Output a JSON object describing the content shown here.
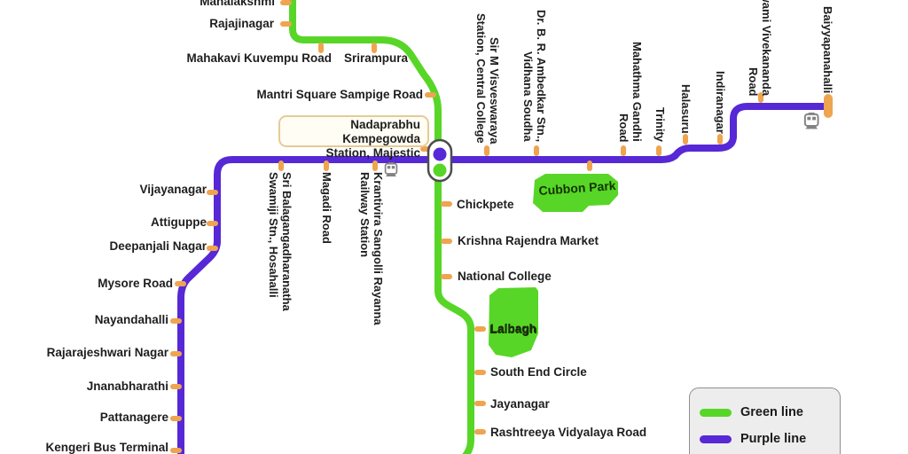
{
  "colors": {
    "green_line": "#57d627",
    "purple_line": "#5628d6",
    "station_marker": "#efa44f",
    "text": "#1e1e1e",
    "park_fill": "#57d627",
    "interchange_border": "#e6cb96",
    "interchange_bg": "#fffdf4",
    "capsule_border": "#4d4d4d",
    "legend_bg": "#ededed",
    "legend_border": "#8f8f8f",
    "train_icon": "#828282"
  },
  "green_line": {
    "label": "Green line",
    "stations": [
      "Mahalakshmi",
      "Rajajinagar",
      "Mahakavi Kuvempu Road",
      "Srirampura",
      "Mantri Square Sampige Road",
      "Chickpete",
      "Krishna Rajendra Market",
      "National College",
      "Lalbagh",
      "South End Circle",
      "Jayanagar",
      "Rashtreeya Vidyalaya Road"
    ]
  },
  "purple_line": {
    "label": "Purple line",
    "stations": [
      "Kengeri Bus Terminal",
      "Pattanagere",
      "Jnanabharathi",
      "Rajarajeshwari Nagar",
      "Nayandahalli",
      "Mysore Road",
      "Deepanjali Nagar",
      "Attiguppe",
      "Vijayanagar",
      "Sri Balagangadharanatha\nSwamiji Stn., Hosahalli",
      "Magadi Road",
      "Krantivira Sangolli Rayanna\nRailway Station",
      "Sir M Visveswaraya\nStation, Central College",
      "Dr. B. R. Ambedkar Stn.,\nVidhana Soudha",
      "Mahathma Gandhi Road",
      "Trinity",
      "Halasuru",
      "Indiranagar",
      "Swami Vivekananda\nRoad",
      "Baiyyapanahalli"
    ]
  },
  "interchange": {
    "name": "Nadaprabhu Kempegowda\nStation, Majestic"
  },
  "parks": [
    {
      "name": "Cubbon Park"
    },
    {
      "name": "Lalbagh"
    }
  ],
  "legend": {
    "items": [
      {
        "label": "Green line"
      },
      {
        "label": "Purple line"
      }
    ]
  }
}
